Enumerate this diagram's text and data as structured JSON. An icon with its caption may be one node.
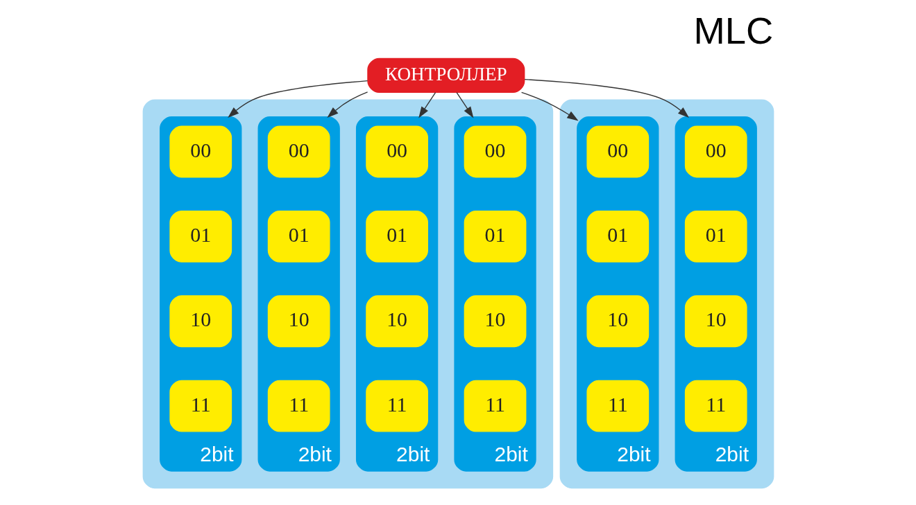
{
  "diagram": {
    "title": "MLC",
    "nodes": [
      {
        "text": [
          "КОНТРОЛЛЕР"
        ]
      },
      {
        "text": [],
        "shape": "box"
      },
      {
        "text": [
          "2bit"
        ],
        "in": 1
      },
      {
        "text": [
          "00"
        ],
        "in": 2
      },
      {
        "text": [
          "01"
        ],
        "in": 2
      },
      {
        "text": [
          "10"
        ],
        "in": 2
      },
      {
        "text": [
          "11"
        ],
        "in": 2
      },
      {
        "text": [
          "2bit"
        ],
        "in": 1
      },
      {
        "text": [
          "00"
        ],
        "in": 7
      },
      {
        "text": [
          "01"
        ],
        "in": 7
      },
      {
        "text": [
          "10"
        ],
        "in": 7
      },
      {
        "text": [
          "11"
        ],
        "in": 7
      },
      {
        "text": [
          "2bit"
        ],
        "in": 1
      },
      {
        "text": [
          "00"
        ],
        "in": 12
      },
      {
        "text": [
          "01"
        ],
        "in": 12
      },
      {
        "text": [
          "10"
        ],
        "in": 12
      },
      {
        "text": [
          "11"
        ],
        "in": 12
      },
      {
        "text": [
          "2bit"
        ],
        "in": 1
      },
      {
        "text": [
          "00"
        ],
        "in": 17
      },
      {
        "text": [
          "01"
        ],
        "in": 17
      },
      {
        "text": [
          "10"
        ],
        "in": 17
      },
      {
        "text": [
          "11"
        ],
        "in": 17
      },
      {
        "text": [],
        "shape": "box"
      },
      {
        "text": [
          "2bit"
        ],
        "in": 22
      },
      {
        "text": [
          "00"
        ],
        "in": 23
      },
      {
        "text": [
          "01"
        ],
        "in": 23
      },
      {
        "text": [
          "10"
        ],
        "in": 23
      },
      {
        "text": [
          "11"
        ],
        "in": 23
      },
      {
        "text": [
          "2bit"
        ],
        "in": 22
      },
      {
        "text": [
          "00"
        ],
        "in": 28
      },
      {
        "text": [
          "01"
        ],
        "in": 28
      },
      {
        "text": [
          "10"
        ],
        "in": 28
      },
      {
        "text": [
          "11"
        ],
        "in": 28
      }
    ],
    "edges": [
      {
        "from": 0,
        "to": 2,
        "arrow": "to"
      },
      {
        "from": 0,
        "to": 7,
        "arrow": "to"
      },
      {
        "from": 0,
        "to": 12,
        "arrow": "to"
      },
      {
        "from": 0,
        "to": 17,
        "arrow": "to"
      },
      {
        "from": 0,
        "to": 23,
        "arrow": "to"
      },
      {
        "from": 0,
        "to": 28,
        "arrow": "to"
      }
    ]
  }
}
